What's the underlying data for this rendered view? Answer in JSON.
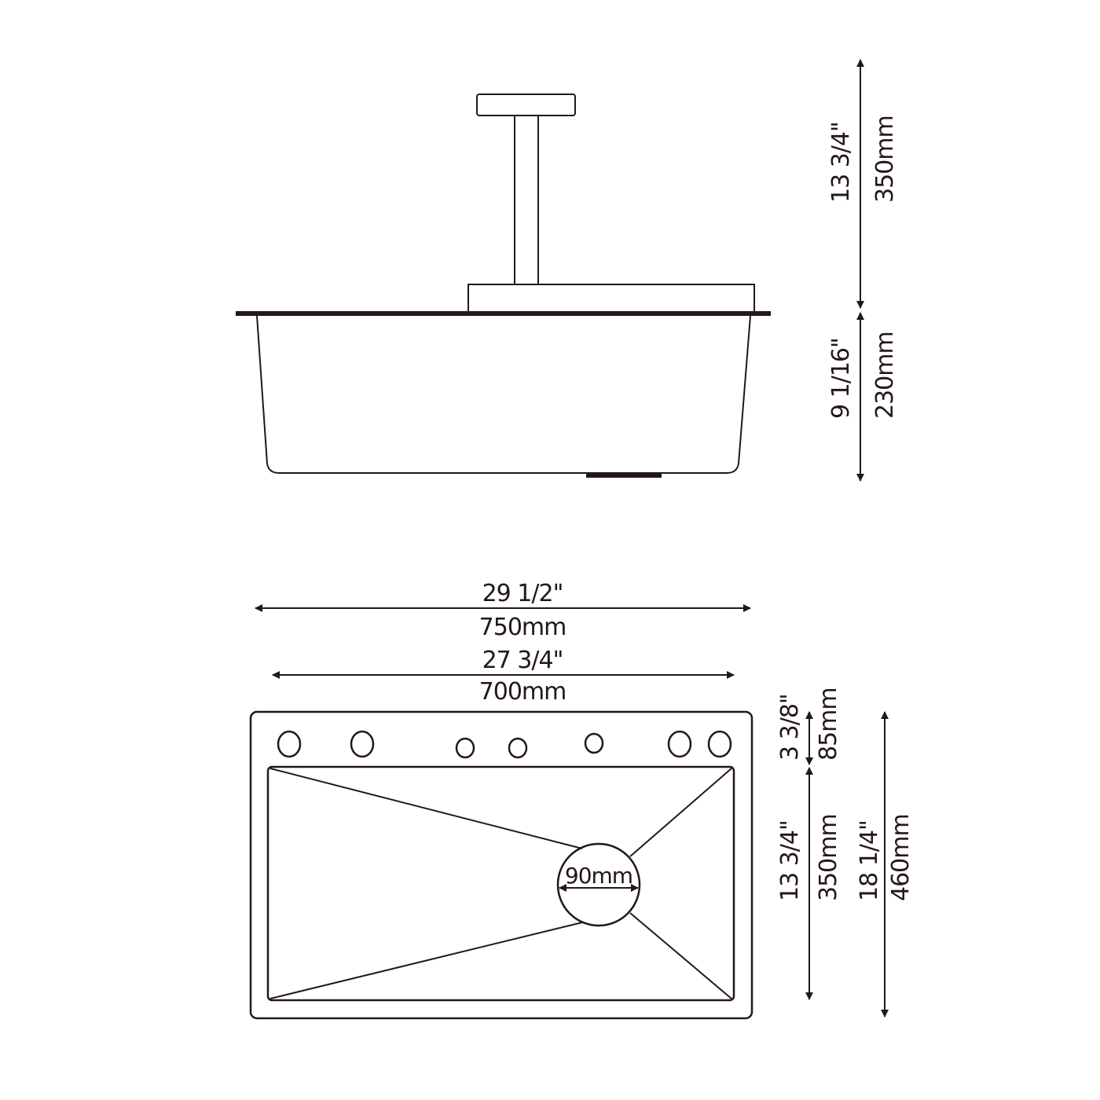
{
  "diagram": {
    "line_color": "#231815",
    "side_view": {
      "faucet_height_inch": "13 3/4\"",
      "faucet_height_mm": "350mm",
      "bowl_depth_inch": "9 1/16\"",
      "bowl_depth_mm": "230mm"
    },
    "top_view": {
      "overall_width_inch": "29 1/2\"",
      "overall_width_mm": "750mm",
      "bowl_width_inch": "27 3/4\"",
      "bowl_width_mm": "700mm",
      "deck_depth_inch": "3 3/8\"",
      "deck_depth_mm": "85mm",
      "bowl_length_inch": "13 3/4\"",
      "bowl_length_mm": "350mm",
      "overall_length_inch": "18 1/4\"",
      "overall_length_mm": "460mm",
      "drain_diameter": "90mm",
      "holes_count": 7
    }
  }
}
